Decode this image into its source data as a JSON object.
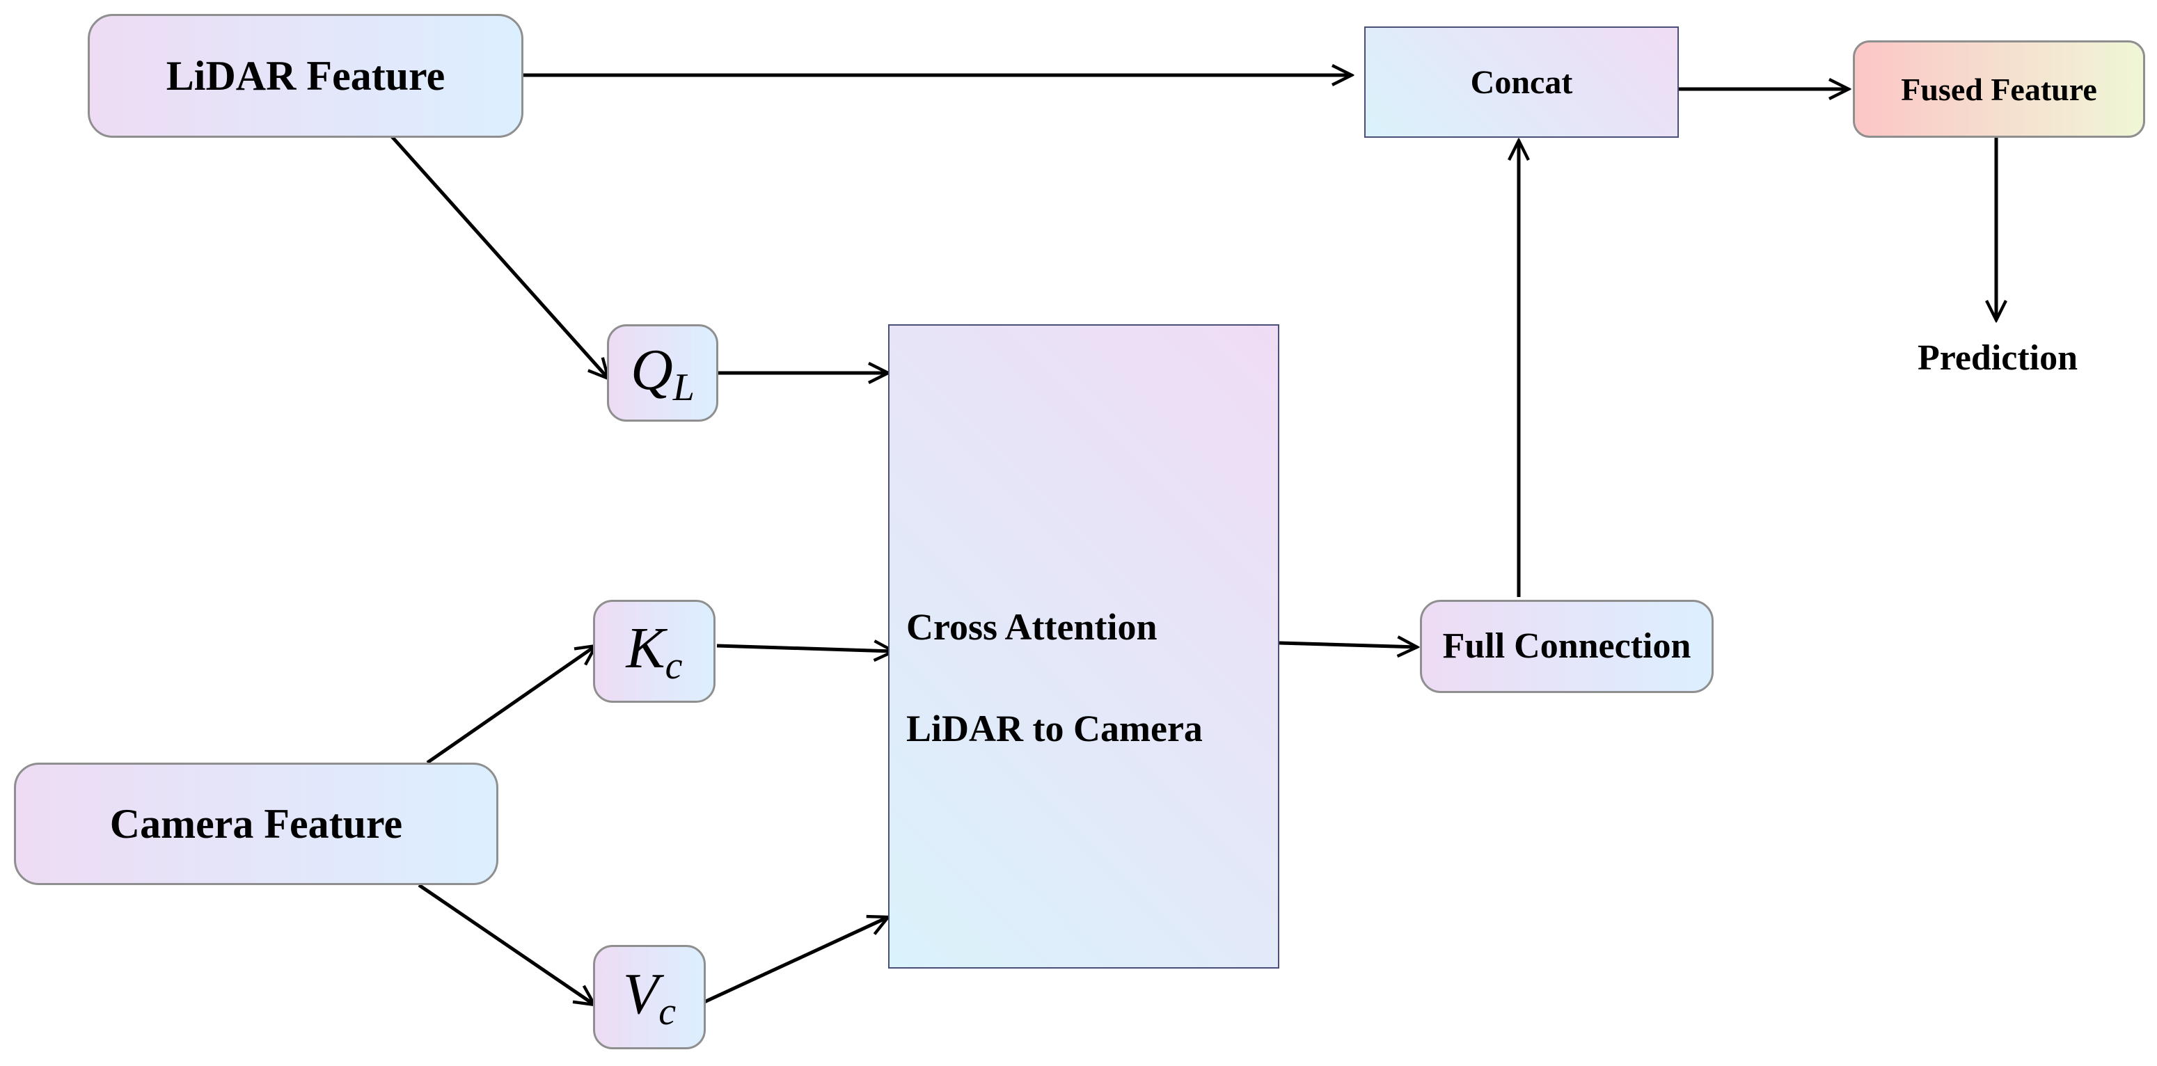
{
  "nodes": {
    "lidar_feature": "LiDAR Feature",
    "camera_feature": "Camera Feature",
    "q_symbol": "Q",
    "q_subscript": "L",
    "k_symbol": "K",
    "k_subscript": "c",
    "v_symbol": "V",
    "v_subscript": "c",
    "cross_attention_line1": "Cross Attention",
    "cross_attention_line2": "LiDAR to Camera",
    "full_connection_line1": "Full",
    "full_connection_line2": "Connection",
    "concat": "Concat",
    "fused_feature": "Fused Feature",
    "prediction": "Prediction"
  }
}
